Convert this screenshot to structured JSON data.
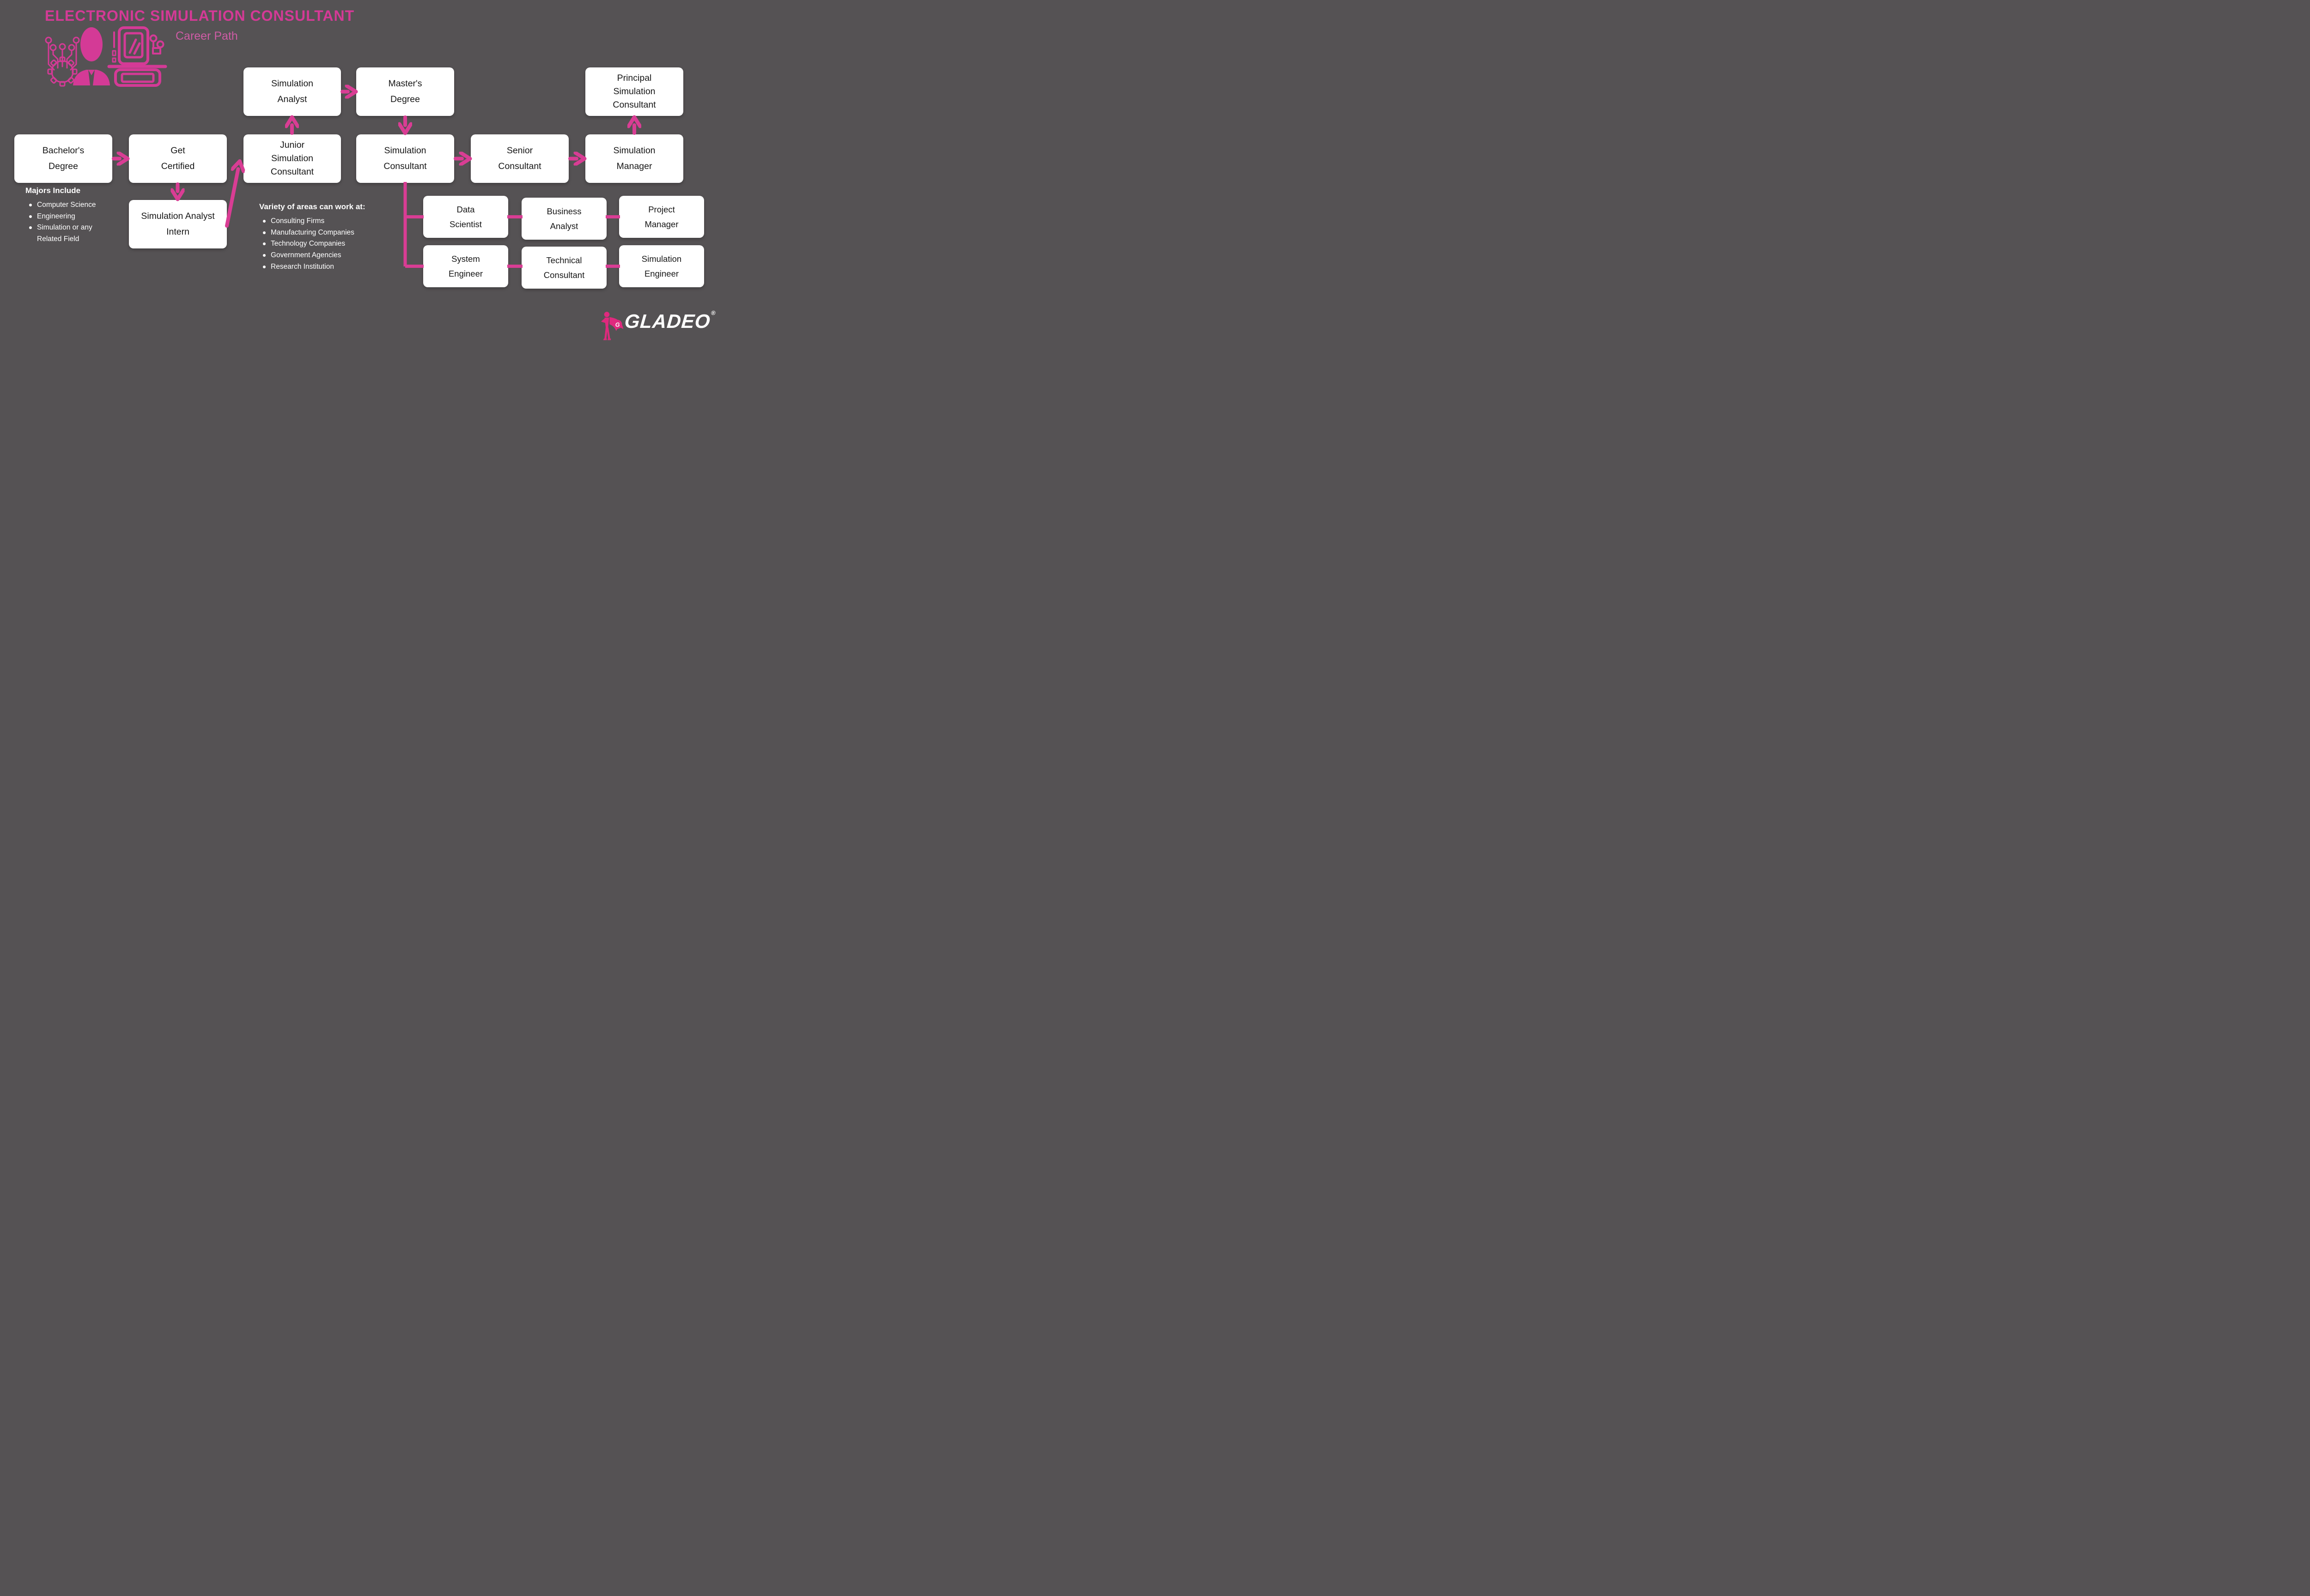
{
  "colors": {
    "background": "#555254",
    "accent_pink": "#D93D94",
    "title_pink": "#D43A96",
    "subtitle_pink": "#CE5CA5",
    "mascot_pink": "#E0297E",
    "box_fill": "#FFFFFF",
    "box_text": "#161616",
    "note_text": "#FFFFFF"
  },
  "header": {
    "title": "ELECTRONIC SIMULATION CONSULTANT",
    "subtitle": "Career Path"
  },
  "icons": {
    "header": [
      "circuit-gear-icon",
      "person-icon",
      "workstation-icon"
    ],
    "footer": "gladeo-mascot-icon"
  },
  "nodes": {
    "bachelors": "Bachelor's Degree",
    "get_certified": "Get Certified",
    "sim_analyst": "Simulation Analyst",
    "masters": "Master's Degree",
    "junior_sim_consultant": "Junior Simulation Consultant",
    "sim_consultant": "Simulation Consultant",
    "senior_consultant": "Senior Consultant",
    "sim_manager": "Simulation Manager",
    "principal_sim_consultant": "Principal Simulation Consultant",
    "sim_analyst_intern": "Simulation Analyst Intern",
    "data_scientist": "Data Scientist",
    "business_analyst": "Business Analyst",
    "project_manager": "Project Manager",
    "system_engineer": "System Engineer",
    "technical_consultant": "Technical Consultant",
    "simulation_engineer": "Simulation Engineer"
  },
  "edges": [
    {
      "from": "Bachelor's Degree",
      "to": "Get Certified"
    },
    {
      "from": "Get Certified",
      "to": "Simulation Analyst Intern"
    },
    {
      "from": "Simulation Analyst Intern",
      "to": "Junior Simulation Consultant"
    },
    {
      "from": "Junior Simulation Consultant",
      "to": "Simulation Analyst"
    },
    {
      "from": "Simulation Analyst",
      "to": "Master's Degree"
    },
    {
      "from": "Master's Degree",
      "to": "Simulation Consultant"
    },
    {
      "from": "Simulation Consultant",
      "to": "Senior Consultant"
    },
    {
      "from": "Senior Consultant",
      "to": "Simulation Manager"
    },
    {
      "from": "Simulation Manager",
      "to": "Principal Simulation Consultant"
    },
    {
      "from": "Simulation Consultant",
      "to": "Data Scientist"
    },
    {
      "from": "Simulation Consultant",
      "to": "System Engineer"
    },
    {
      "from": "Data Scientist",
      "to": "Business Analyst"
    },
    {
      "from": "Business Analyst",
      "to": "Project Manager"
    },
    {
      "from": "System Engineer",
      "to": "Technical Consultant"
    },
    {
      "from": "Technical Consultant",
      "to": "Simulation Engineer"
    }
  ],
  "majors": {
    "heading": "Majors Include",
    "items": [
      "Computer Science",
      "Engineering",
      "Simulation or any Related Field"
    ]
  },
  "work_areas": {
    "heading": "Variety of areas can work at:",
    "items": [
      "Consulting Firms",
      "Manufacturing Companies",
      "Technology Companies",
      "Government Agencies",
      "Research Institution"
    ]
  },
  "footer": {
    "logo_text": "GLADEO",
    "registered_mark": "®",
    "mascot_letter": "G"
  }
}
